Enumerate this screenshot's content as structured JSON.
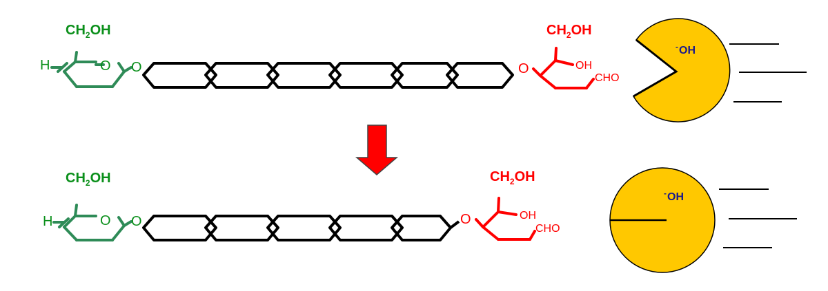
{
  "colors": {
    "glucose_ring": "#2e8b57",
    "glucose_text": "#0a8f1a",
    "reducing_end": "#ff0000",
    "chain": "#000000",
    "pacman_fill": "#ffc800",
    "hydroxide_text": "#1a1a8c",
    "arrow_fill": "#ff0000"
  },
  "top_row": {
    "left_unit": {
      "substituent_a": "CH",
      "substituent_sub": "2",
      "substituent_b": "OH",
      "h_label": "H",
      "ring_o": "O",
      "linkage_o": "O"
    },
    "right_unit": {
      "substituent_a": "CH",
      "substituent_sub": "2",
      "substituent_b": "OH",
      "linkage_o": "O",
      "oh_label": "OH",
      "cho_label": "CHO"
    },
    "pacman": {
      "ion_charge": "-",
      "ion_label": "OH",
      "state": "mouth-open"
    }
  },
  "bottom_row": {
    "left_unit": {
      "substituent_a": "CH",
      "substituent_sub": "2",
      "substituent_b": "OH",
      "h_label": "H",
      "ring_o": "O",
      "linkage_o": "O"
    },
    "right_unit": {
      "substituent_a": "CH",
      "substituent_sub": "2",
      "substituent_b": "OH",
      "linkage_o": "O",
      "oh_label": "OH",
      "cho_label": "CHO"
    },
    "pacman": {
      "ion_charge": "-",
      "ion_label": "OH",
      "state": "mouth-closed"
    }
  },
  "chain_ring_count": 6,
  "arrow_direction": "down"
}
